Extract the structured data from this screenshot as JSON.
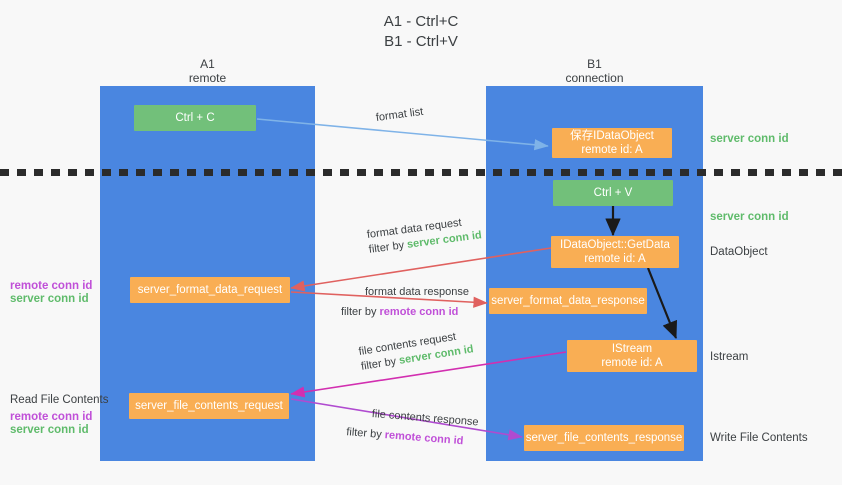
{
  "title": {
    "line1": "A1 - Ctrl+C",
    "line2": "B1 - Ctrl+V"
  },
  "columns": [
    {
      "id": "a1",
      "name": "A1",
      "role": "remote"
    },
    {
      "id": "b1",
      "name": "B1",
      "role": "connection"
    }
  ],
  "nodes": {
    "ctrl_c": {
      "line1": "Ctrl + C",
      "line2": ""
    },
    "save_idataobject": {
      "line1": "保存IDataObject",
      "line2": "remote id: A"
    },
    "ctrl_v": {
      "line1": "Ctrl + V",
      "line2": ""
    },
    "idataobject_getdata": {
      "line1": "IDataObject::GetData",
      "line2": "remote id: A"
    },
    "server_format_data_request": {
      "line1": "server_format_data_request",
      "line2": ""
    },
    "server_format_data_response": {
      "line1": "server_format_data_response",
      "line2": ""
    },
    "istream": {
      "line1": "IStream",
      "line2": "remote id: A"
    },
    "server_file_contents_request": {
      "line1": "server_file_contents_request",
      "line2": ""
    },
    "server_file_contents_response": {
      "line1": "server_file_contents_response",
      "line2": ""
    }
  },
  "right_notes": {
    "server_conn_id_1": "server conn id",
    "server_conn_id_2": "server conn id",
    "dataobject": "DataObject",
    "istream": "Istream",
    "write_file_contents": "Write File Contents"
  },
  "left_notes": {
    "remote_conn_id_1": "remote conn id",
    "server_conn_id_1": "server conn id",
    "read_file_contents": "Read File Contents",
    "remote_conn_id_2": "remote conn id",
    "server_conn_id_2": "server conn id"
  },
  "edges": {
    "format_list": {
      "label": "format list"
    },
    "format_data_request": {
      "line1": "format data request",
      "filter_prefix": "filter by ",
      "filter_key": "server conn id"
    },
    "format_data_response": {
      "line1": "format data response",
      "filter_prefix": "filter by ",
      "filter_key": "remote conn id"
    },
    "file_contents_request": {
      "line1": "file contents request",
      "filter_prefix": "filter by ",
      "filter_key": "server conn id"
    },
    "file_contents_response": {
      "line1": "file contents response",
      "filter_prefix": "filter by ",
      "filter_key": "remote conn id"
    }
  },
  "colors": {
    "lane": "#4a86e0",
    "green_node": "#72c07a",
    "orange_node": "#f9ae54",
    "server_conn_id": "#5fbb6b",
    "remote_conn_id": "#c050d8",
    "arrow_blue": "#7fb3e8",
    "arrow_red": "#e0615f",
    "arrow_magenta": "#d22fb0",
    "arrow_purple": "#b04bd0",
    "arrow_black": "#1a1a1a",
    "divider": "#2b2b2b",
    "background": "#f8f8f8"
  }
}
